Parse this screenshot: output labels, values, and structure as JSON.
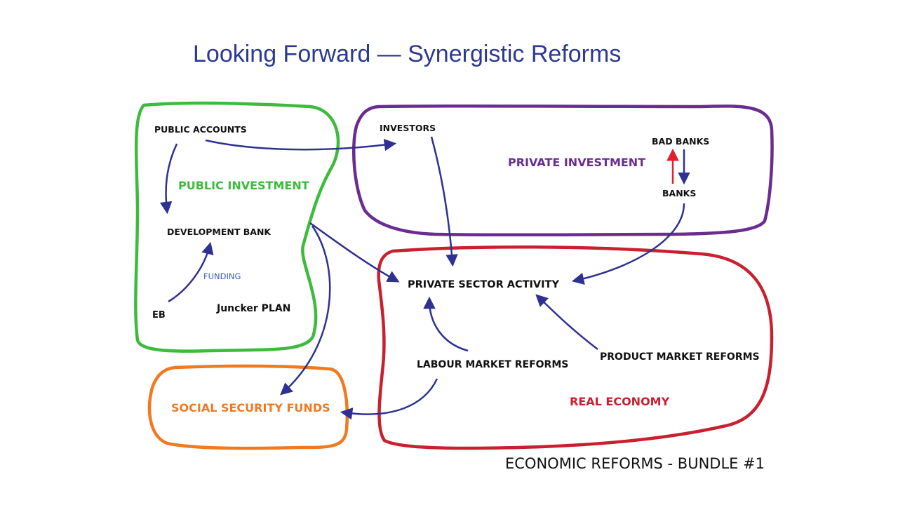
{
  "title": "Looking Forward — Synergistic Reforms",
  "colors": {
    "title": "#2b3990",
    "public": "#3dbb3d",
    "private": "#6a2c91",
    "real": "#c8202f",
    "social": "#f07a22",
    "arrow": "#2e3192",
    "up_arrow": "#e0202a",
    "funding": "#3a5bbf"
  },
  "groups": {
    "public_investment": "PUBLIC INVESTMENT",
    "private_investment": "PRIVATE INVESTMENT",
    "real_economy": "REAL ECONOMY",
    "social_security_funds": "SOCIAL SECURITY FUNDS"
  },
  "nodes": {
    "public_accounts": "PUBLIC ACCOUNTS",
    "development_bank": "DEVELOPMENT BANK",
    "funding": "FUNDING",
    "eb": "EB",
    "juncker_plan": "Juncker PLAN",
    "investors": "INVESTORS",
    "bad_banks": "BAD BANKS",
    "banks": "BANKS",
    "private_sector_activity": "PRIVATE SECTOR ACTIVITY",
    "labour_market_reforms": "LABOUR MARKET REFORMS",
    "product_market_reforms": "PRODUCT MARKET REFORMS"
  },
  "footer": "ECONOMIC REFORMS - BUNDLE #1"
}
